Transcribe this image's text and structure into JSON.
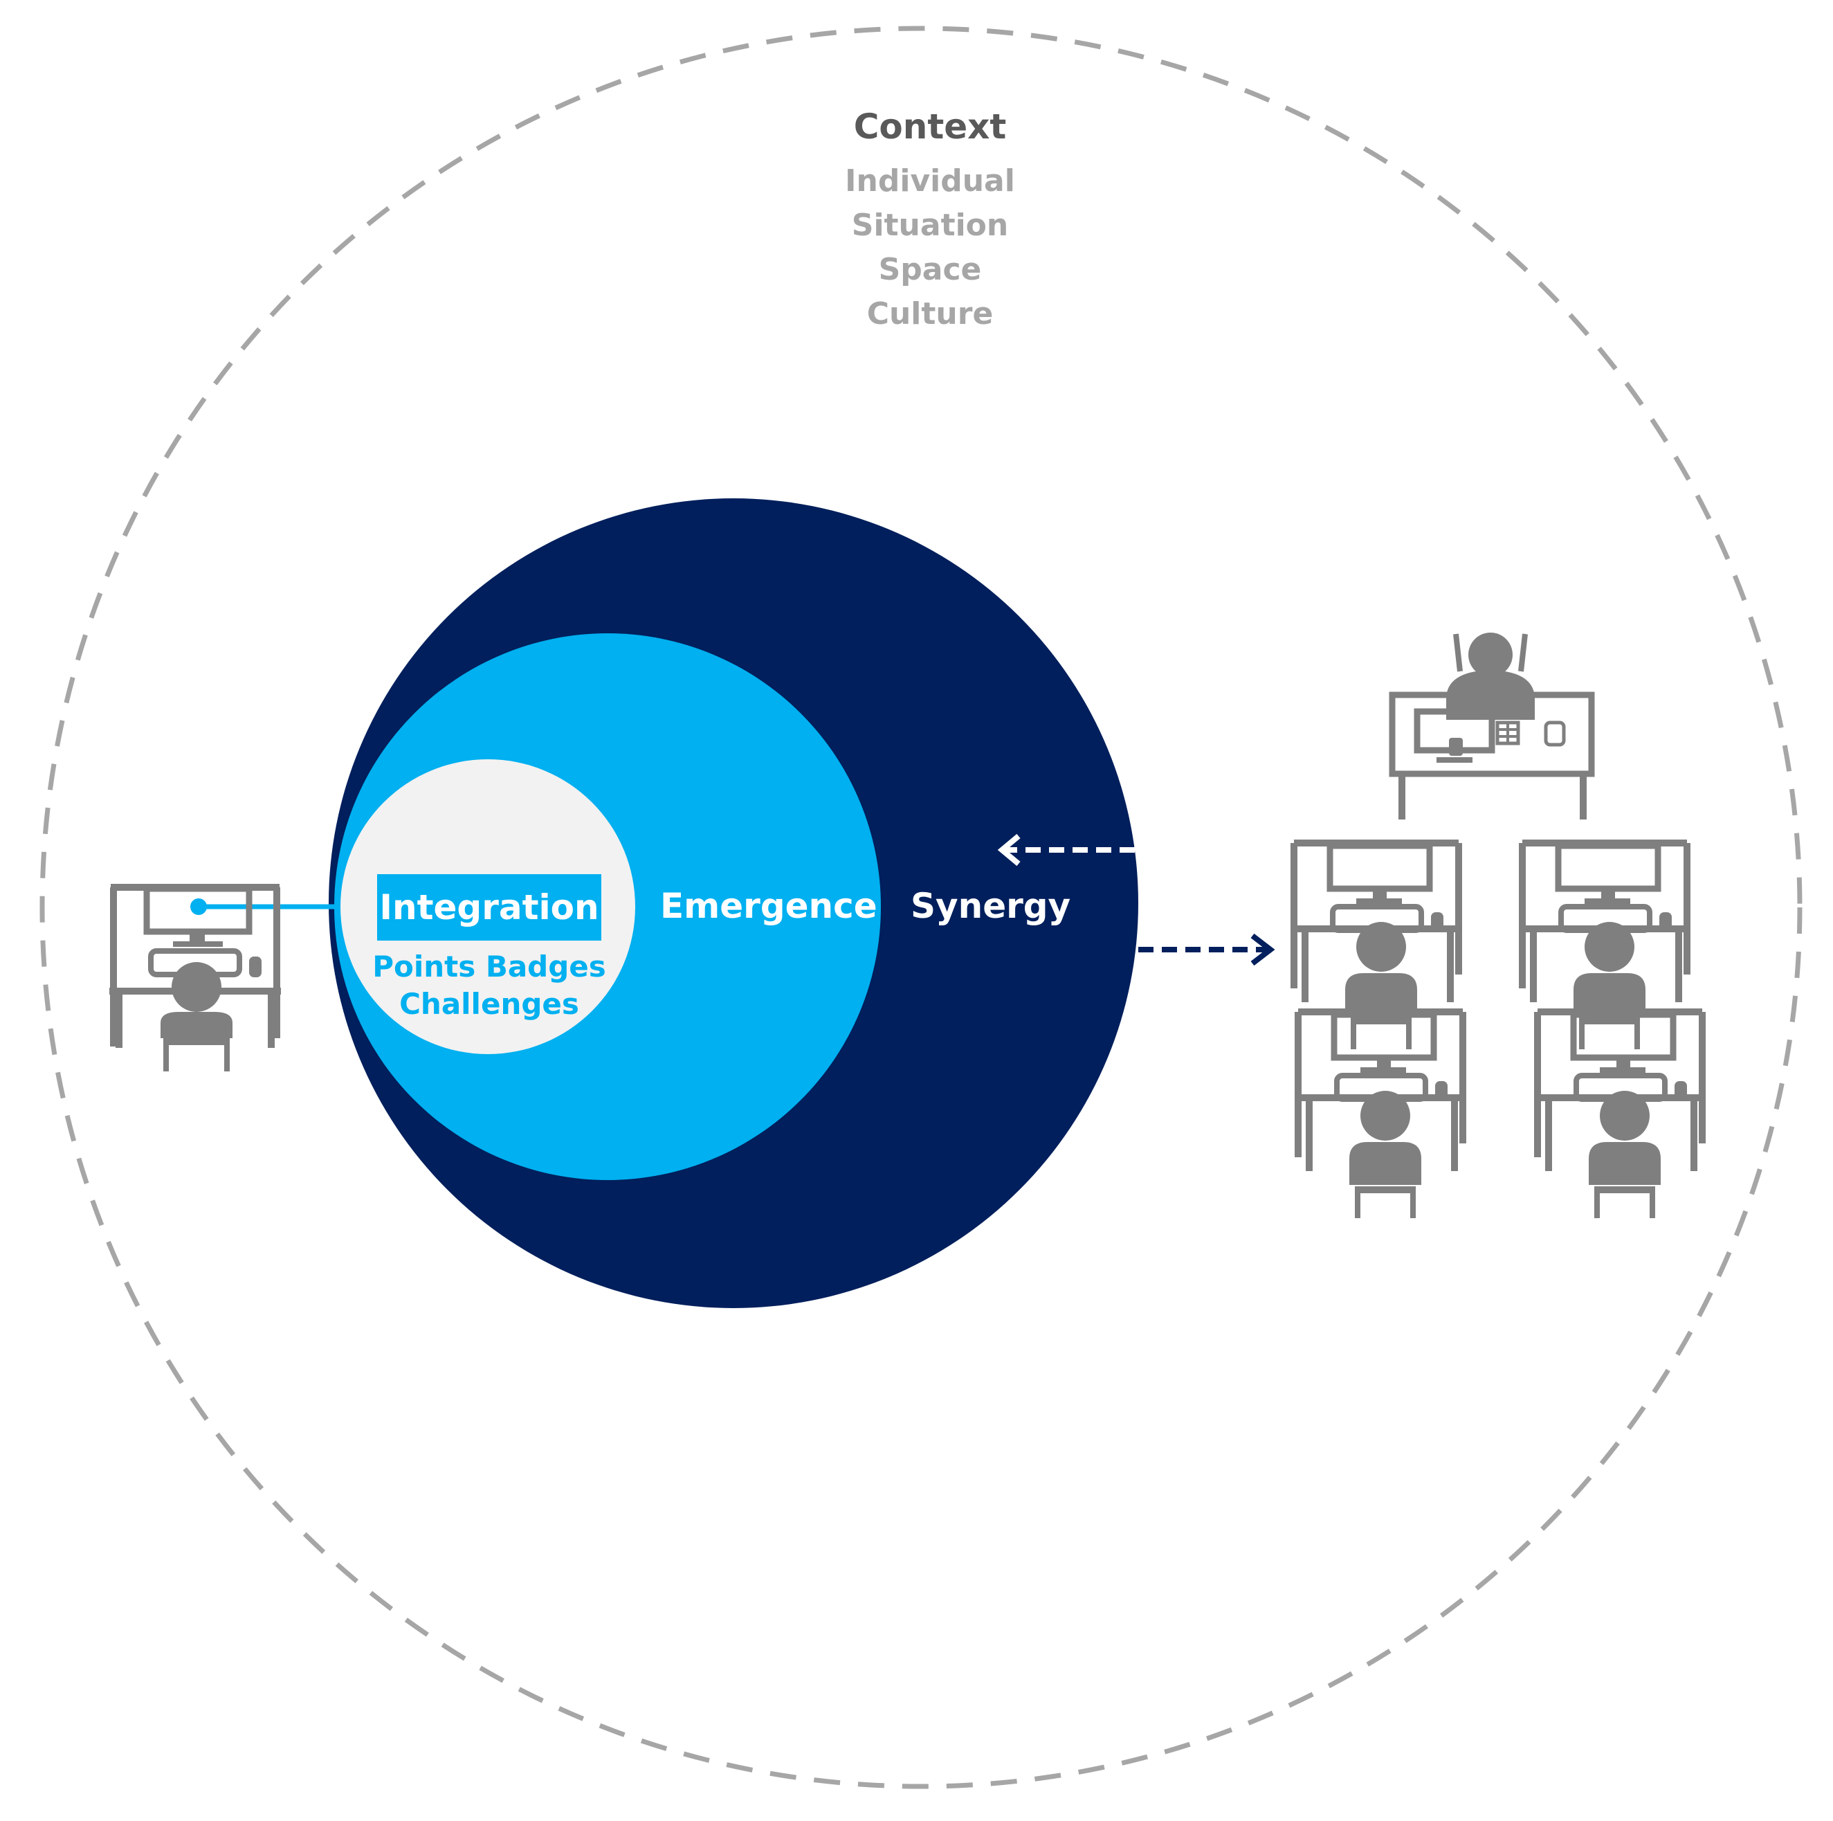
{
  "context": {
    "title": "Context",
    "items": [
      "Individual",
      "Situation",
      "Space",
      "Culture"
    ]
  },
  "levels": {
    "integration": {
      "label": "Integration",
      "elements_line1": "Points  Badges",
      "elements_line2": "Challenges"
    },
    "emergence": {
      "label": "Emergence"
    },
    "synergy": {
      "label": "Synergy"
    }
  },
  "colors": {
    "synergy_circle": "#001f5c",
    "emergence_circle": "#00b0f0",
    "integration_circle": "#f2f2f2",
    "context_boundary": "#a6a6a6",
    "workstation_icon": "#7f7f7f"
  },
  "icons": {
    "single_user": "person-at-computer-desk-icon",
    "group": "classroom-group-icon",
    "teacher": "instructor-desk-icon"
  }
}
